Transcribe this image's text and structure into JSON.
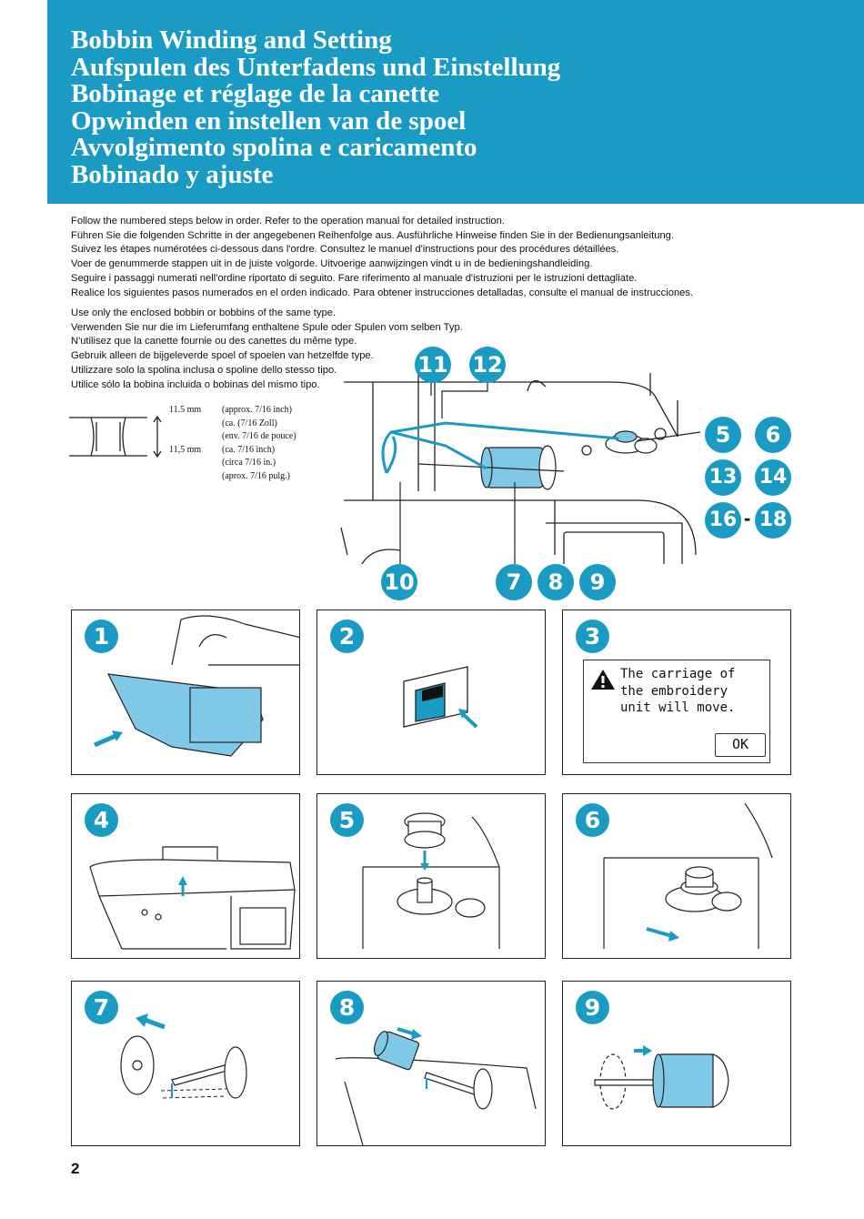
{
  "header": {
    "titles": [
      "Bobbin Winding and Setting",
      "Aufspulen des Unterfadens und Einstellung",
      "Bobinage et réglage de la canette",
      "Opwinden en instellen van de spoel",
      "Avvolgimento spolina e caricamento",
      "Bobinado y ajuste"
    ]
  },
  "intro_lines": [
    "Follow the numbered steps below in order. Refer to the operation manual for detailed instruction.",
    "Führen Sie die folgenden Schritte in der angegebenen Reihenfolge aus. Ausführliche Hinweise finden Sie in der Bedienungsanleitung.",
    "Suivez les étapes numérotées ci-dessous dans l'ordre. Consultez le manuel d'instructions pour des procédures détaillées.",
    "Voer de genummerde stappen uit in de juiste volgorde. Uitvoerige aanwijzingen vindt u in de bedieningshandleiding.",
    "Seguire i passaggi numerati nell'ordine riportato di seguito. Fare riferimento al manuale d'istruzioni per le istruzioni dettagliate.",
    "Realice los siguientes pasos numerados en el orden indicado. Para obtener instrucciones detalladas, consulte el manual de instrucciones."
  ],
  "bobbin_lines": [
    "Use only the enclosed bobbin or bobbins of the same type.",
    "Verwenden Sie nur die im Lieferumfang enthaltene Spule oder Spulen vom selben Typ.",
    "N'utilisez que la canette fournie ou des canettes du même type.",
    "Gebruik alleen de bijgeleverde spoel of spoelen van hetzelfde type.",
    "Utilizzare solo la spolina inclusa o spoline dello stesso tipo.",
    "Utilice sólo la bobina incluida o bobinas del mismo tipo."
  ],
  "spec": {
    "mm1": "11.5 mm",
    "mm2": "11,5 mm",
    "inch": [
      "(approx. 7/16 inch)",
      "(ca. (7/16 Zoll)",
      "(env. 7/16 de pouce)",
      "(ca. 7/16 inch)",
      "(circa 7/16 in.)",
      "(aprox. 7/16 pulg.)"
    ]
  },
  "diagram_refs": {
    "top": [
      "11",
      "12"
    ],
    "right_row1": [
      "5",
      "6"
    ],
    "right_row2": [
      "13",
      "14"
    ],
    "right_row3_a": "16",
    "right_row3_dash": "-",
    "right_row3_b": "18",
    "bottom": [
      "10",
      "7",
      "8",
      "9"
    ]
  },
  "steps": [
    "1",
    "2",
    "3",
    "4",
    "5",
    "6",
    "7",
    "8",
    "9"
  ],
  "lcd": {
    "message": "The carriage of\nthe embroidery\nunit will move.",
    "ok": "OK"
  },
  "colors": {
    "accent": "#1a9bc4",
    "light_blue": "#7fc8e8"
  },
  "page_number": "2"
}
